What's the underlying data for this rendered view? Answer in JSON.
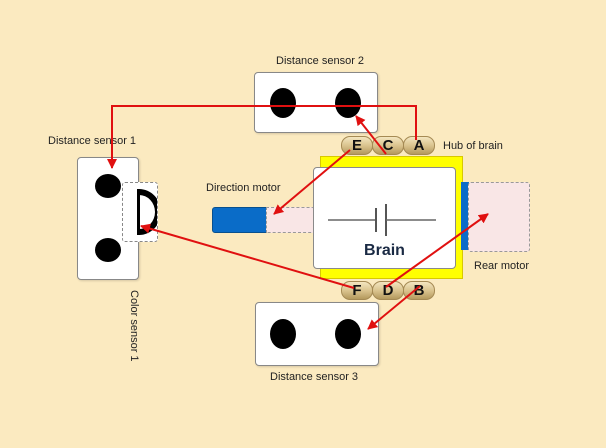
{
  "labels": {
    "distance_sensor_1": "Distance sensor 1",
    "distance_sensor_2": "Distance sensor  2",
    "distance_sensor_3": "Distance sensor 3",
    "hub_of_brain": "Hub of brain",
    "direction_motor": "Direction motor",
    "rear_motor": "Rear motor",
    "color_sensor_1": "Color sensor 1",
    "brain": "Brain"
  },
  "ports": {
    "top": [
      "E",
      "C",
      "A"
    ],
    "bottom": [
      "F",
      "D",
      "B"
    ]
  },
  "colors": {
    "background": "#fbeac0",
    "hub": "#ffff00",
    "wire": "#e01010",
    "motor_blue": "#0a6cc8"
  }
}
